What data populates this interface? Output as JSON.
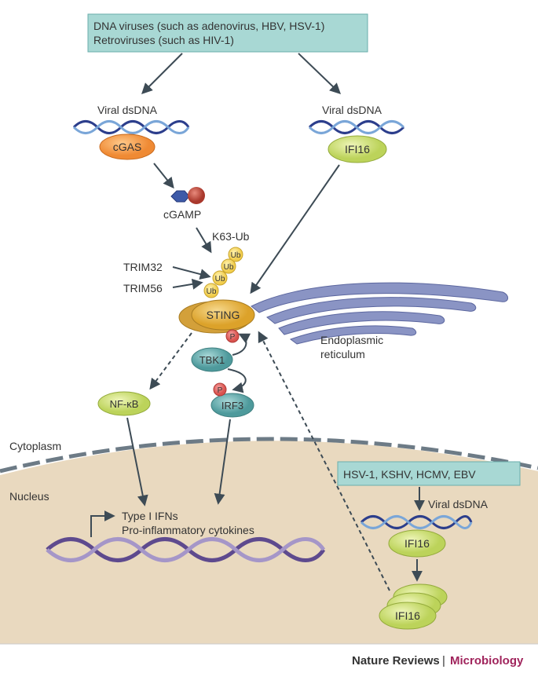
{
  "top_box": {
    "line1": "DNA viruses (such as adenovirus, HBV, HSV-1)",
    "line2": "Retroviruses (such as HIV-1)"
  },
  "left_branch": {
    "dna_label": "Viral dsDNA",
    "sensor": "cGAS",
    "product": "cGAMP"
  },
  "right_branch": {
    "dna_label": "Viral dsDNA",
    "sensor": "IFI16"
  },
  "ubiquitin": {
    "label": "K63-Ub",
    "unit": "Ub",
    "ligase1": "TRIM32",
    "ligase2": "TRIM56"
  },
  "sting": "STING",
  "phospho": "P",
  "er_label": {
    "line1": "Endoplasmic",
    "line2": "reticulum"
  },
  "tbk1": "TBK1",
  "irf3": "IRF3",
  "nfkb": "NF-κB",
  "compartments": {
    "cytoplasm": "Cytoplasm",
    "nucleus": "Nucleus"
  },
  "nuclear_box": "HSV-1, KSHV, HCMV, EBV",
  "nuclear_dna_label": "Viral dsDNA",
  "nuclear_sensor": "IFI16",
  "ifi16_oligomer": "IFI16",
  "gene_output": {
    "line1": "Type I IFNs",
    "line2": "Pro-inflammatory cytokines"
  },
  "footer": {
    "journal": "Nature Reviews",
    "separator": "|",
    "section": "Microbiology"
  },
  "colors": {
    "box_fill": "#a8d8d4",
    "cgas": "#f39a4a",
    "ifi16": "#cfe07a",
    "sting": "#e8b43c",
    "tbk1": "#6fb3b5",
    "nucleus_bg": "#e8d8c0",
    "cytoplasm_bg": "#f3ead9",
    "er": "#8a94c4",
    "brand": "#a0245c"
  }
}
